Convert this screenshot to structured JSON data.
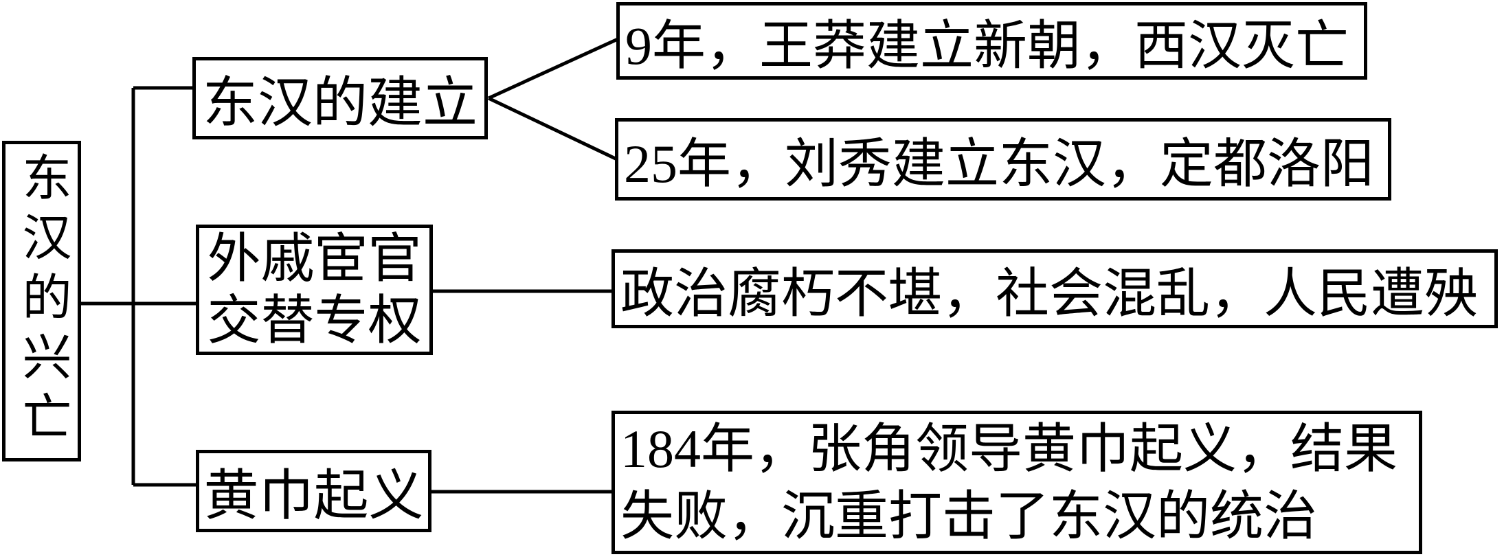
{
  "colors": {
    "line": "#000000",
    "text": "#000000",
    "background": "#ffffff"
  },
  "diagram": {
    "title": "东汉的兴亡",
    "root": {
      "label": "东汉的兴亡"
    },
    "branches": [
      {
        "label": "东汉的建立",
        "details": [
          "9年，王莽建立新朝，西汉灭亡",
          "25年，刘秀建立东汉，定都洛阳"
        ]
      },
      {
        "label": "外戚宦官\n交替专权",
        "details": [
          "政治腐朽不堪，社会混乱，人民遭殃"
        ]
      },
      {
        "label": "黄巾起义",
        "details": [
          "184年，张角领导黄巾起义，结果\n失败，沉重打击了东汉的统治"
        ]
      }
    ]
  }
}
